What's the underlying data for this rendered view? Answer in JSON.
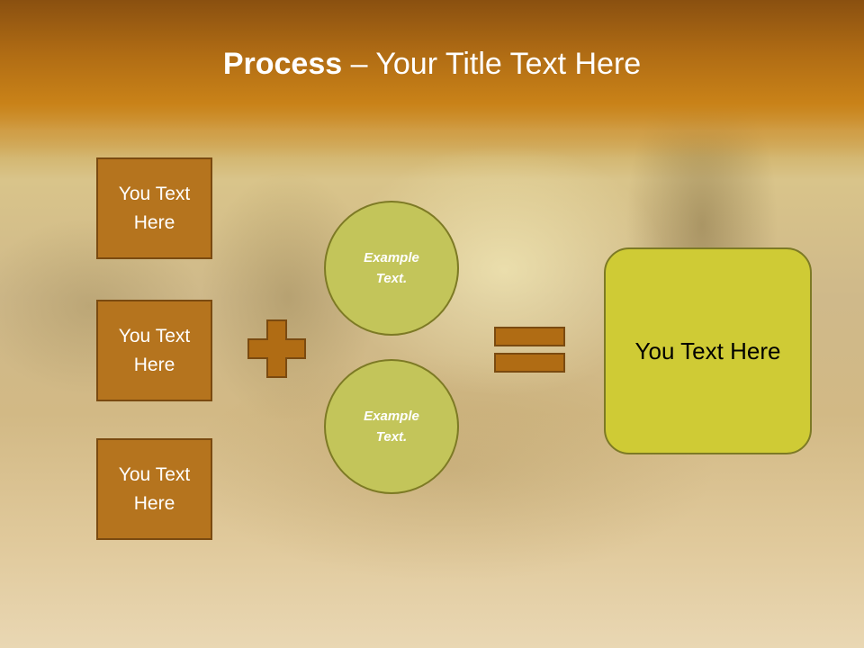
{
  "slide": {
    "title_bold": "Process",
    "title_rest": " – Your Title Text Here",
    "boxes": [
      "You Text Here",
      "You Text Here",
      "You Text Here"
    ],
    "circles": [
      "Example Text.",
      "Example Text."
    ],
    "result": "You Text Here"
  },
  "colors": {
    "header": "#c98218",
    "box_fill": "#b5741e",
    "circle_fill": "#c3c55a",
    "result_fill": "#cfcb35",
    "operator_fill": "#b06c14"
  },
  "icons": [
    "plus-sign-icon",
    "equals-sign-icon"
  ]
}
